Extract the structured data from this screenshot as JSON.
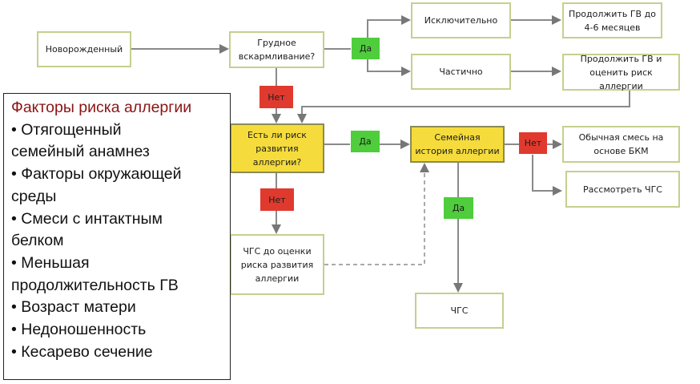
{
  "nodes": {
    "newborn": "Новорожденный",
    "breastfeeding": "Грудное вскармливание?",
    "exclusively": "Исключительно",
    "continue_bf_4_6": "Продолжить ГВ до 4-6 месяцев",
    "partially": "Частично",
    "continue_bf_assess": "Продолжить ГВ и оценить риск аллергии",
    "allergy_risk": "Есть ли риск развития аллергии?",
    "family_history": "Семейная история аллергии",
    "regular_formula": "Обычная смесь на основе БКМ",
    "consider_phf": "Рассмотреть ЧГС",
    "phf_before_assess": "ЧГС до оценки риска развития аллергии",
    "phf": "ЧГС"
  },
  "badges": {
    "yes": "Да",
    "no": "Нет"
  },
  "colors": {
    "yes": "#4fcd3c",
    "no": "#e03a2f",
    "decision": "#f5dc3c",
    "node_border": "#c6cf8e",
    "legend_title": "#8b1414"
  },
  "legend": {
    "title": "Факторы риска аллергии",
    "lines": [
      "• Отягощенный",
      "семейный анамнез",
      "• Факторы окружающей",
      "среды",
      "• Смеси с  интактным",
      "белком",
      "• Меньшая",
      "продолжительность ГВ",
      "• Возраст матери",
      "• Недоношенность",
      "• Кесарево сечение"
    ]
  }
}
